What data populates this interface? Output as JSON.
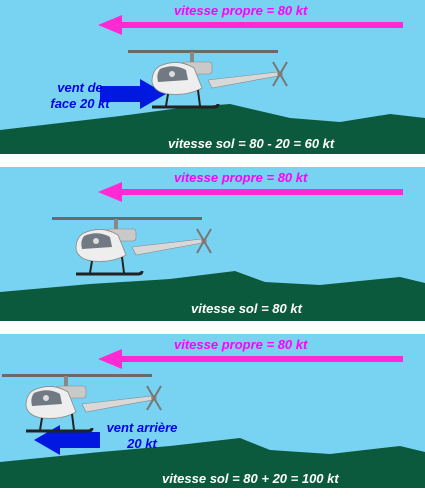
{
  "colors": {
    "sky": "#78d3f2",
    "ground": "#0c5a3e",
    "airspeed_arrow": "#ff2ad4",
    "wind_arrow": "#0018e0",
    "airspeed_text": "#ff00ff",
    "ground_text": "#ffffff",
    "wind_text": "#0000ee"
  },
  "icons": {
    "helicopter": "helicopter-icon",
    "airspeed_arrow": "arrow-left-icon",
    "headwind_arrow": "arrow-right-icon",
    "tailwind_arrow": "arrow-left-icon"
  },
  "panels": [
    {
      "airspeed": "vitesse propre = 80 kt",
      "groundspeed": "vitesse sol = 80 - 20 = 60 kt",
      "wind_line1": "vent de",
      "wind_line2": "face 20 kt"
    },
    {
      "airspeed": "vitesse propre = 80 kt",
      "groundspeed": "vitesse sol = 80 kt"
    },
    {
      "airspeed": "vitesse propre = 80 kt",
      "groundspeed": "vitesse sol = 80 + 20 = 100 kt",
      "wind_line1": "vent arrière",
      "wind_line2": "20 kt"
    }
  ]
}
